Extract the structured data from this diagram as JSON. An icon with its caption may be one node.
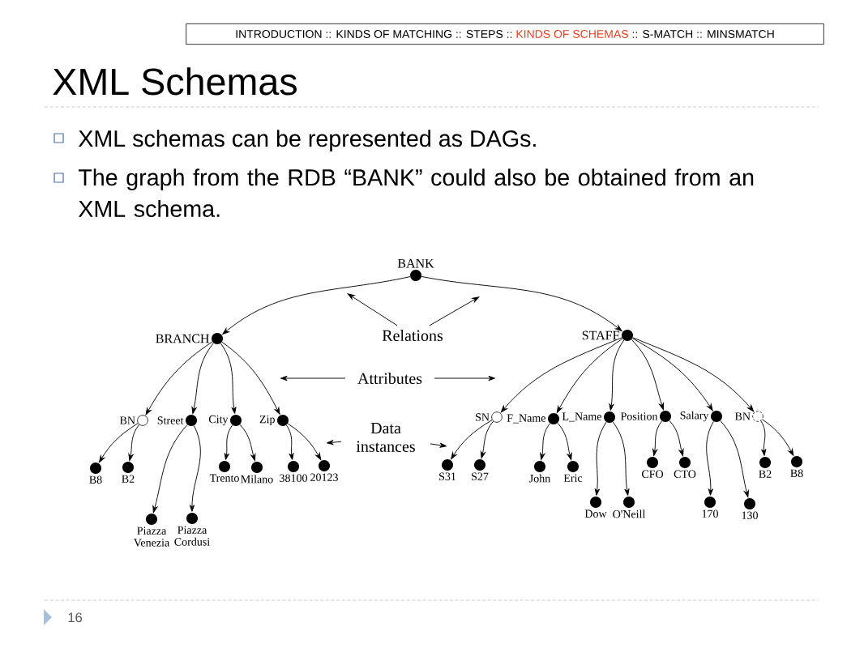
{
  "diagram": {
    "title": "XML Schemas",
    "nodes": [
      {
        "text": [
          "BANK"
        ]
      },
      {
        "text": [
          "BRANCH"
        ]
      },
      {
        "text": [
          "STAFF"
        ]
      },
      {
        "text": [
          "BN"
        ]
      },
      {
        "text": [
          "Street"
        ]
      },
      {
        "text": [
          "City"
        ]
      },
      {
        "text": [
          "Zip"
        ]
      },
      {
        "text": [
          "B8"
        ]
      },
      {
        "text": [
          "B2"
        ]
      },
      {
        "text": [
          "Piazza Venezia"
        ]
      },
      {
        "text": [
          "Piazza Cordusi"
        ]
      },
      {
        "text": [
          "Trento"
        ]
      },
      {
        "text": [
          "Milano"
        ]
      },
      {
        "text": [
          "38100"
        ]
      },
      {
        "text": [
          "20123"
        ]
      },
      {
        "text": [
          "SN"
        ]
      },
      {
        "text": [
          "F_Name"
        ]
      },
      {
        "text": [
          "L_Name"
        ]
      },
      {
        "text": [
          "Position"
        ]
      },
      {
        "text": [
          "Salary"
        ]
      },
      {
        "text": [
          "BN"
        ]
      },
      {
        "text": [
          "S31"
        ]
      },
      {
        "text": [
          "S27"
        ]
      },
      {
        "text": [
          "John"
        ]
      },
      {
        "text": [
          "Eric"
        ]
      },
      {
        "text": [
          "Dow"
        ]
      },
      {
        "text": [
          "O'Neill"
        ]
      },
      {
        "text": [
          "CFO"
        ]
      },
      {
        "text": [
          "CTO"
        ]
      },
      {
        "text": [
          "170"
        ]
      },
      {
        "text": [
          "130"
        ]
      },
      {
        "text": [
          "B2"
        ]
      },
      {
        "text": [
          "B8"
        ]
      },
      {
        "text": [
          "Relations"
        ]
      },
      {
        "text": [
          "Attributes"
        ]
      },
      {
        "text": [
          "Data instances"
        ]
      }
    ],
    "edges": [
      {
        "from": 0,
        "to": 1,
        "arrow": "to"
      },
      {
        "from": 0,
        "to": 2,
        "arrow": "to"
      },
      {
        "from": 1,
        "to": 3,
        "arrow": "to"
      },
      {
        "from": 1,
        "to": 4,
        "arrow": "to"
      },
      {
        "from": 1,
        "to": 5,
        "arrow": "to"
      },
      {
        "from": 1,
        "to": 6,
        "arrow": "to"
      },
      {
        "from": 3,
        "to": 7,
        "arrow": "to"
      },
      {
        "from": 3,
        "to": 8,
        "arrow": "to"
      },
      {
        "from": 4,
        "to": 9,
        "arrow": "to"
      },
      {
        "from": 4,
        "to": 10,
        "arrow": "to"
      },
      {
        "from": 5,
        "to": 11,
        "arrow": "to"
      },
      {
        "from": 5,
        "to": 12,
        "arrow": "to"
      },
      {
        "from": 6,
        "to": 13,
        "arrow": "to"
      },
      {
        "from": 6,
        "to": 14,
        "arrow": "to"
      },
      {
        "from": 2,
        "to": 15,
        "arrow": "to"
      },
      {
        "from": 2,
        "to": 16,
        "arrow": "to"
      },
      {
        "from": 2,
        "to": 17,
        "arrow": "to"
      },
      {
        "from": 2,
        "to": 18,
        "arrow": "to"
      },
      {
        "from": 2,
        "to": 19,
        "arrow": "to"
      },
      {
        "from": 2,
        "to": 20,
        "arrow": "to"
      },
      {
        "from": 15,
        "to": 21,
        "arrow": "to"
      },
      {
        "from": 15,
        "to": 22,
        "arrow": "to"
      },
      {
        "from": 16,
        "to": 23,
        "arrow": "to"
      },
      {
        "from": 16,
        "to": 24,
        "arrow": "to"
      },
      {
        "from": 17,
        "to": 25,
        "arrow": "to"
      },
      {
        "from": 17,
        "to": 26,
        "arrow": "to"
      },
      {
        "from": 18,
        "to": 27,
        "arrow": "to"
      },
      {
        "from": 18,
        "to": 28,
        "arrow": "to"
      },
      {
        "from": 19,
        "to": 29,
        "arrow": "to"
      },
      {
        "from": 19,
        "to": 30,
        "arrow": "to"
      },
      {
        "from": 20,
        "to": 31,
        "arrow": "to"
      },
      {
        "from": 20,
        "to": 32,
        "arrow": "to"
      },
      {
        "from": 33,
        "to": null,
        "arrow": "to"
      },
      {
        "from": 33,
        "to": null,
        "arrow": "to"
      },
      {
        "from": 34,
        "to": null,
        "arrow": "to"
      },
      {
        "from": 34,
        "to": null,
        "arrow": "to"
      },
      {
        "from": 35,
        "to": null,
        "arrow": "to"
      },
      {
        "from": 35,
        "to": null,
        "arrow": "to"
      }
    ],
    "labels": [
      "INTRODUCTION :: KINDS OF MATCHING :: STEPS ::",
      "KINDS OF SCHEMAS",
      ":: S-MATCH :: MINSMATCH",
      "XML schemas can be represented as DAGs.",
      "The graph from the RDB “BANK” could also be obtained from an XML schema.",
      "16"
    ]
  }
}
